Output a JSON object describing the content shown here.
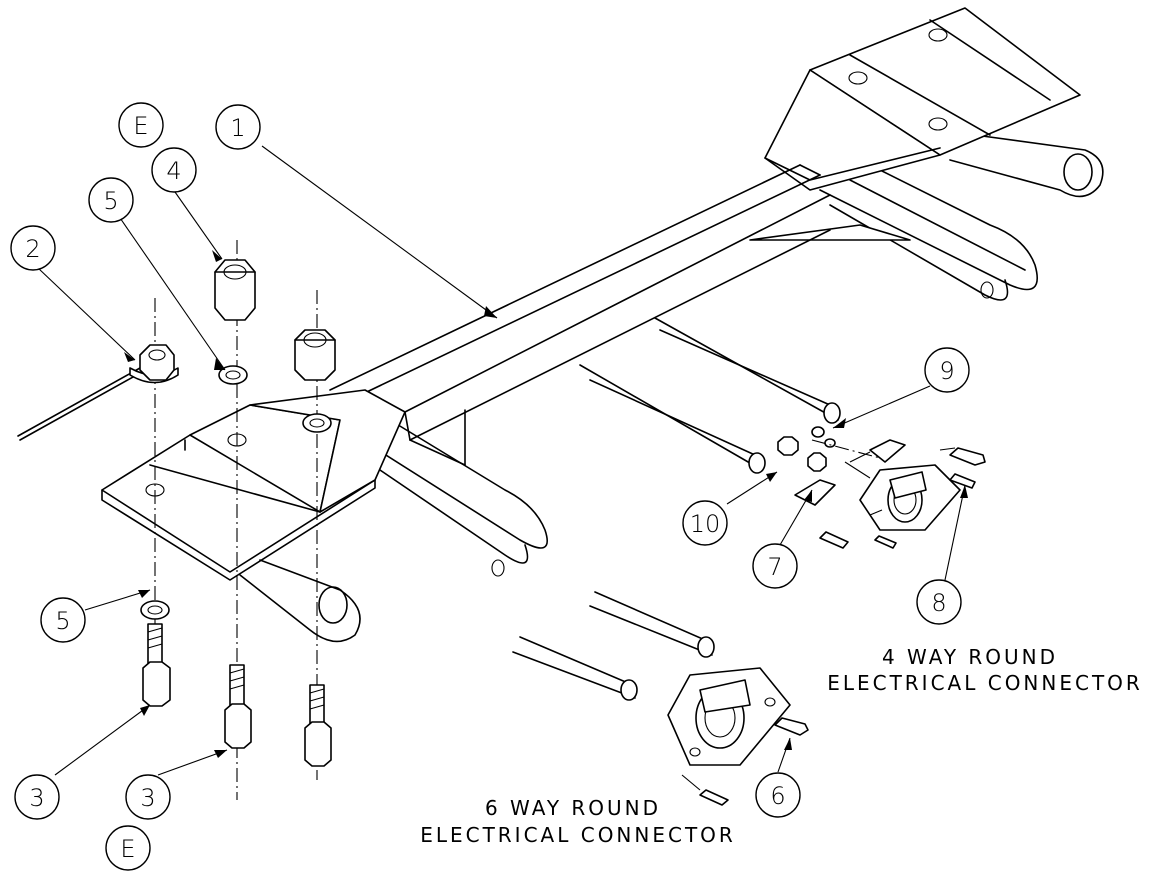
{
  "callouts": {
    "item_1": "1",
    "item_2": "2",
    "item_3a": "3",
    "item_3b": "3",
    "item_4": "4",
    "item_5a": "5",
    "item_5b": "5",
    "item_6": "6",
    "item_7": "7",
    "item_8": "8",
    "item_9": "9",
    "item_10": "10",
    "item_E_top": "E",
    "item_E_bottom": "E"
  },
  "captions": {
    "four_way_line1": "4 WAY ROUND",
    "four_way_line2": "ELECTRICAL CONNECTOR",
    "six_way_line1": "6 WAY ROUND",
    "six_way_line2": "ELECTRICAL CONNECTOR"
  }
}
